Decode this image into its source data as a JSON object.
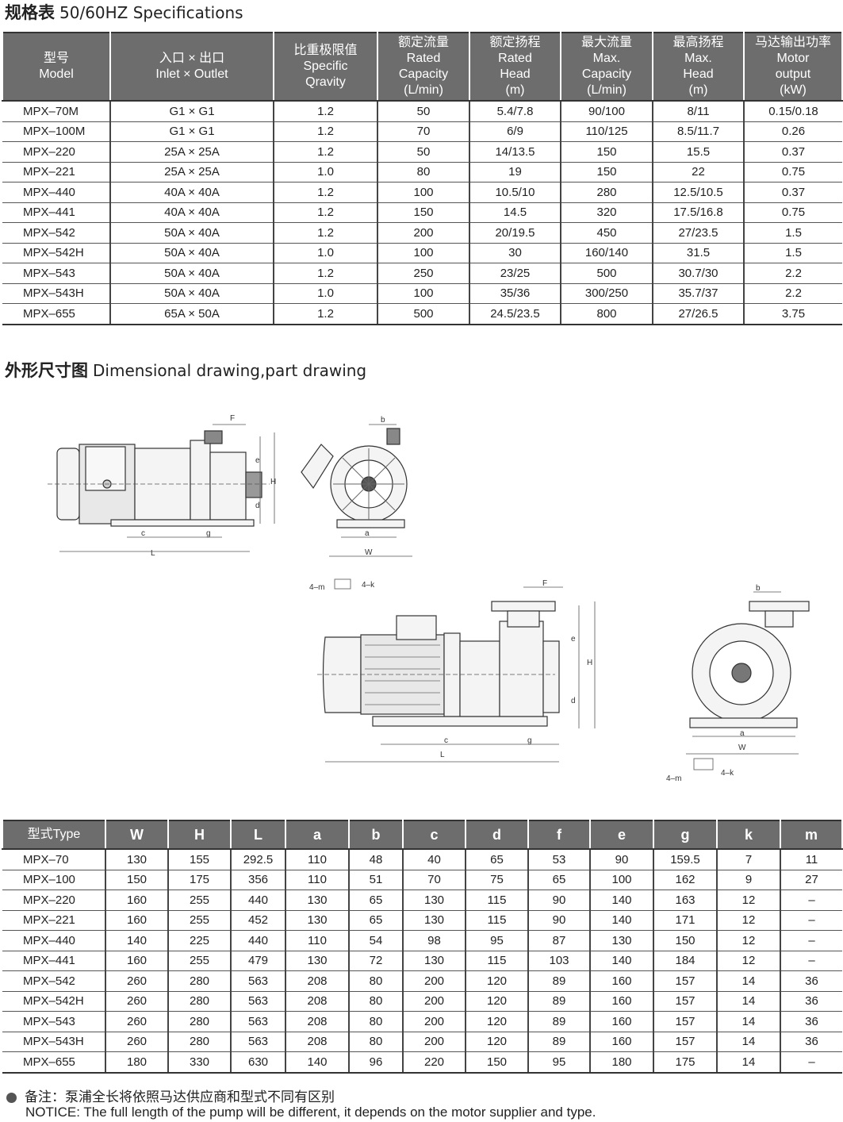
{
  "spec_heading": {
    "cn": "规格表",
    "en": "50/60HZ Specifications"
  },
  "spec_table": {
    "headers": [
      [
        "型号",
        "Model"
      ],
      [
        "入口 × 出口",
        "Inlet × Outlet"
      ],
      [
        "比重极限值",
        "Specific",
        "Qravity"
      ],
      [
        "额定流量",
        "Rated",
        "Capacity",
        "(L/min)"
      ],
      [
        "额定扬程",
        "Rated",
        "Head",
        "(m)"
      ],
      [
        "最大流量",
        "Max.",
        "Capacity",
        "(L/min)"
      ],
      [
        "最高扬程",
        "Max.",
        "Head",
        "(m)"
      ],
      [
        "马达输出功率",
        "Motor",
        "output",
        "(kW)"
      ]
    ],
    "rows": [
      [
        "MPX–70M",
        "G1 × G1",
        "1.2",
        "50",
        "5.4/7.8",
        "90/100",
        "8/11",
        "0.15/0.18"
      ],
      [
        "MPX–100M",
        "G1 × G1",
        "1.2",
        "70",
        "6/9",
        "110/125",
        "8.5/11.7",
        "0.26"
      ],
      [
        "MPX–220",
        "25A × 25A",
        "1.2",
        "50",
        "14/13.5",
        "150",
        "15.5",
        "0.37"
      ],
      [
        "MPX–221",
        "25A × 25A",
        "1.0",
        "80",
        "19",
        "150",
        "22",
        "0.75"
      ],
      [
        "MPX–440",
        "40A × 40A",
        "1.2",
        "100",
        "10.5/10",
        "280",
        "12.5/10.5",
        "0.37"
      ],
      [
        "MPX–441",
        "40A × 40A",
        "1.2",
        "150",
        "14.5",
        "320",
        "17.5/16.8",
        "0.75"
      ],
      [
        "MPX–542",
        "50A × 40A",
        "1.2",
        "200",
        "20/19.5",
        "450",
        "27/23.5",
        "1.5"
      ],
      [
        "MPX–542H",
        "50A × 40A",
        "1.0",
        "100",
        "30",
        "160/140",
        "31.5",
        "1.5"
      ],
      [
        "MPX–543",
        "50A × 40A",
        "1.2",
        "250",
        "23/25",
        "500",
        "30.7/30",
        "2.2"
      ],
      [
        "MPX–543H",
        "50A × 40A",
        "1.0",
        "100",
        "35/36",
        "300/250",
        "35.7/37",
        "2.2"
      ],
      [
        "MPX–655",
        "65A × 50A",
        "1.2",
        "500",
        "24.5/23.5",
        "800",
        "27/26.5",
        "3.75"
      ]
    ]
  },
  "drawing_heading": {
    "cn": "外形尺寸图",
    "en": "Dimensional drawing,part drawing"
  },
  "drawing_labels": {
    "small_side": {
      "F": "F",
      "e": "e",
      "H": "H",
      "d": "d",
      "c": "c",
      "g": "g",
      "L": "L"
    },
    "small_front": {
      "b": "b",
      "a": "a",
      "W": "W",
      "m": "4–m",
      "k": "4–k"
    },
    "large_side": {
      "F": "F",
      "e": "e",
      "H": "H",
      "d": "d",
      "c": "c",
      "g": "g",
      "L": "L"
    },
    "large_front": {
      "b": "b",
      "a": "a",
      "W": "W",
      "m": "4–m",
      "k": "4–k"
    }
  },
  "dim_table": {
    "headers": [
      "型式Type",
      "W",
      "H",
      "L",
      "a",
      "b",
      "c",
      "d",
      "f",
      "e",
      "g",
      "k",
      "m"
    ],
    "rows": [
      [
        "MPX–70",
        "130",
        "155",
        "292.5",
        "110",
        "48",
        "40",
        "65",
        "53",
        "90",
        "159.5",
        "7",
        "11"
      ],
      [
        "MPX–100",
        "150",
        "175",
        "356",
        "110",
        "51",
        "70",
        "75",
        "65",
        "100",
        "162",
        "9",
        "27"
      ],
      [
        "MPX–220",
        "160",
        "255",
        "440",
        "130",
        "65",
        "130",
        "115",
        "90",
        "140",
        "163",
        "12",
        "–"
      ],
      [
        "MPX–221",
        "160",
        "255",
        "452",
        "130",
        "65",
        "130",
        "115",
        "90",
        "140",
        "171",
        "12",
        "–"
      ],
      [
        "MPX–440",
        "140",
        "225",
        "440",
        "110",
        "54",
        "98",
        "95",
        "87",
        "130",
        "150",
        "12",
        "–"
      ],
      [
        "MPX–441",
        "160",
        "255",
        "479",
        "130",
        "72",
        "130",
        "115",
        "103",
        "140",
        "184",
        "12",
        "–"
      ],
      [
        "MPX–542",
        "260",
        "280",
        "563",
        "208",
        "80",
        "200",
        "120",
        "89",
        "160",
        "157",
        "14",
        "36"
      ],
      [
        "MPX–542H",
        "260",
        "280",
        "563",
        "208",
        "80",
        "200",
        "120",
        "89",
        "160",
        "157",
        "14",
        "36"
      ],
      [
        "MPX–543",
        "260",
        "280",
        "563",
        "208",
        "80",
        "200",
        "120",
        "89",
        "160",
        "157",
        "14",
        "36"
      ],
      [
        "MPX–543H",
        "260",
        "280",
        "563",
        "208",
        "80",
        "200",
        "120",
        "89",
        "160",
        "157",
        "14",
        "36"
      ],
      [
        "MPX–655",
        "180",
        "330",
        "630",
        "140",
        "96",
        "220",
        "150",
        "95",
        "180",
        "175",
        "14",
        "–"
      ]
    ]
  },
  "note": {
    "cn": "备注：泵浦全长将依照马达供应商和型式不同有区别",
    "en": "NOTICE:  The full length of the pump will be different, it depends on  the motor supplier and type."
  }
}
